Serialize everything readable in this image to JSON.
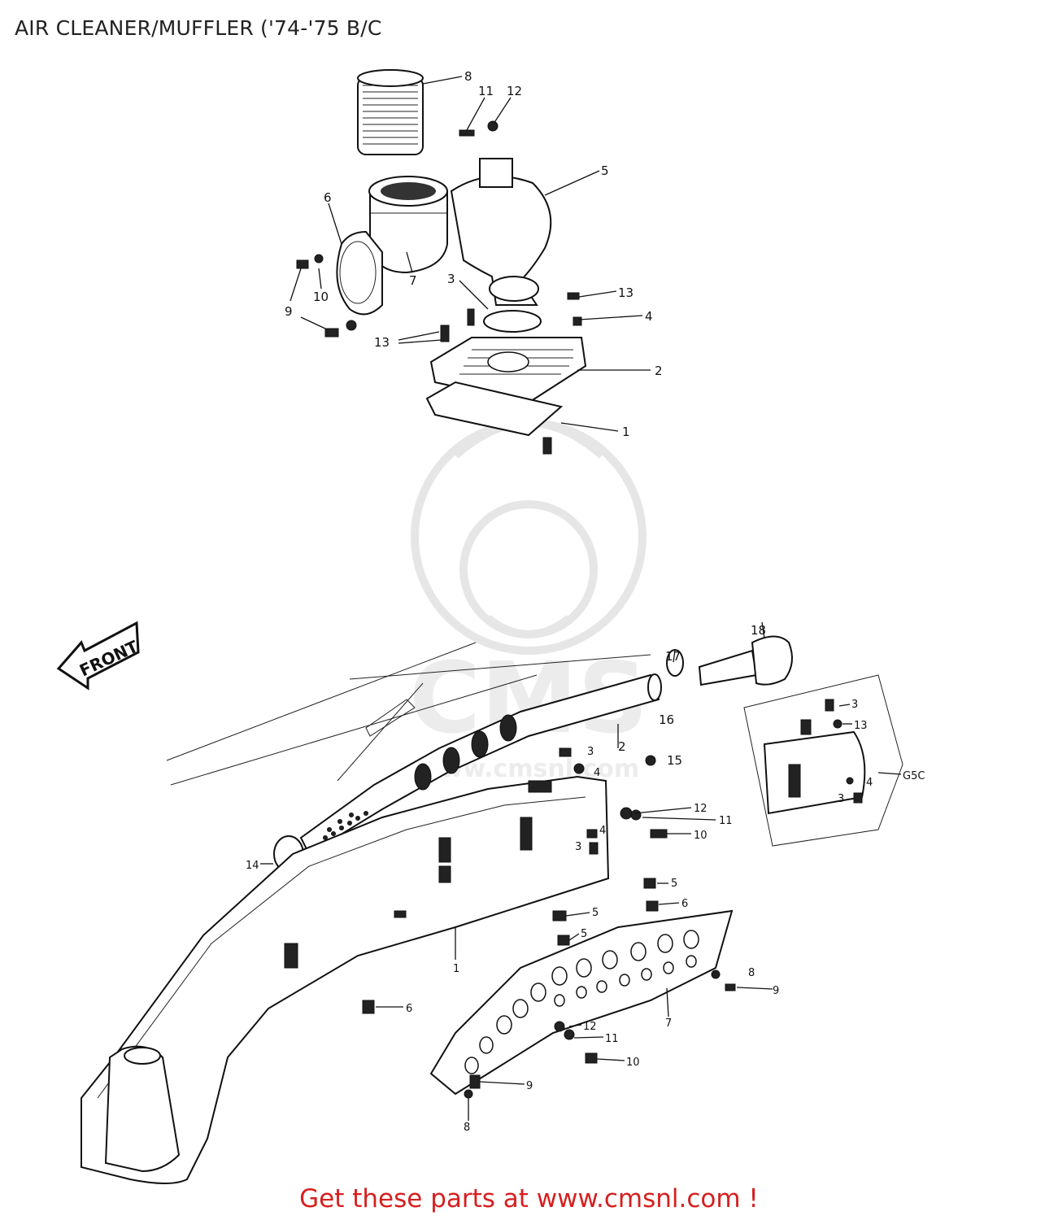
{
  "title": "AIR CLEANER/MUFFLER ('74-'75 B/C",
  "front_label": "FRONT",
  "group_label": "G5C",
  "watermark": "CMS",
  "watermark_url": "www.cmsnl.com",
  "cta": "Get these parts at www.cmsnl.com !",
  "colors": {
    "cta": "#d61f1f",
    "ink": "#111111",
    "watermark": "#e6e6e6"
  },
  "callouts_upper": [
    "8",
    "11",
    "12",
    "5",
    "6",
    "7",
    "3",
    "9",
    "10",
    "13",
    "4",
    "13",
    "2",
    "1"
  ],
  "callouts_lower": [
    "18",
    "17",
    "16",
    "2",
    "15",
    "3",
    "4",
    "12",
    "11",
    "10",
    "4",
    "3",
    "14",
    "3",
    "13",
    "4",
    "3",
    "5",
    "6",
    "5",
    "5",
    "1",
    "8",
    "9",
    "7",
    "6",
    "12",
    "11",
    "10",
    "9",
    "8"
  ]
}
